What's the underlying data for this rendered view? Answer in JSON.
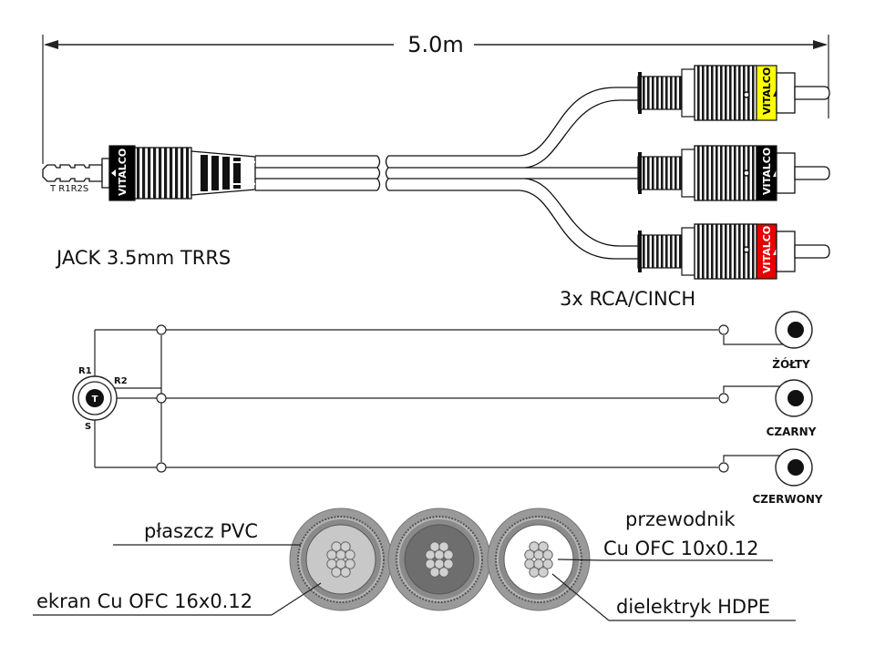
{
  "dimension": {
    "length": "5.0m"
  },
  "jack": {
    "name": "JACK 3.5mm TRRS",
    "pins_label": "T  R1R2S",
    "brand": "VITALCO"
  },
  "rca": {
    "name": "3x RCA/CINCH",
    "connectors": [
      {
        "brand": "VITALCO",
        "band_color": "#ffff00"
      },
      {
        "brand": "VITALCO",
        "band_color": "#000000"
      },
      {
        "brand": "VITALCO",
        "band_color": "#e60000"
      }
    ]
  },
  "schematic": {
    "pin_r1": "R1",
    "pin_r2": "R2",
    "pin_t": "T",
    "pin_s": "S",
    "outputs": [
      "ŻÓŁTY",
      "CZARNY",
      "CZERWONY"
    ]
  },
  "cross_section": {
    "labels": {
      "jacket": "płaszcz PVC",
      "shield": "ekran Cu OFC 16x0.12",
      "conductor_line1": "przewodnik",
      "conductor_line2": "Cu OFC 10x0.12",
      "dielectric": "dielektryk HDPE"
    },
    "dielectric_colors": [
      "#c8c8c8",
      "#6e6e6e",
      "#ffffff"
    ]
  }
}
